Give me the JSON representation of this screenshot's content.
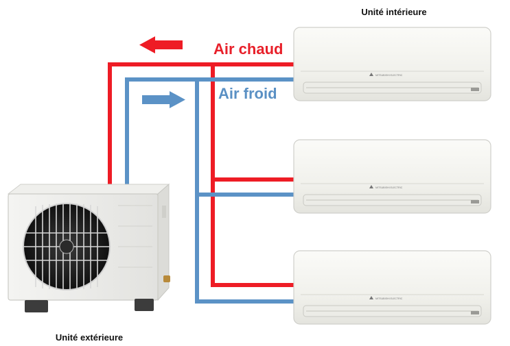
{
  "labels": {
    "indoor_unit": "Unité intérieure",
    "outdoor_unit": "Unité extérieure",
    "hot_air": "Air chaud",
    "cold_air": "Air froid",
    "brand": "MITSUBISHI ELECTRIC"
  },
  "colors": {
    "hot": "#ee1c25",
    "cold": "#5b92c6",
    "hot_text": "#e8202a",
    "cold_text": "#5a90c4"
  },
  "icons": {
    "hot_arrow": "arrow-left-icon",
    "cold_arrow": "arrow-right-icon"
  }
}
